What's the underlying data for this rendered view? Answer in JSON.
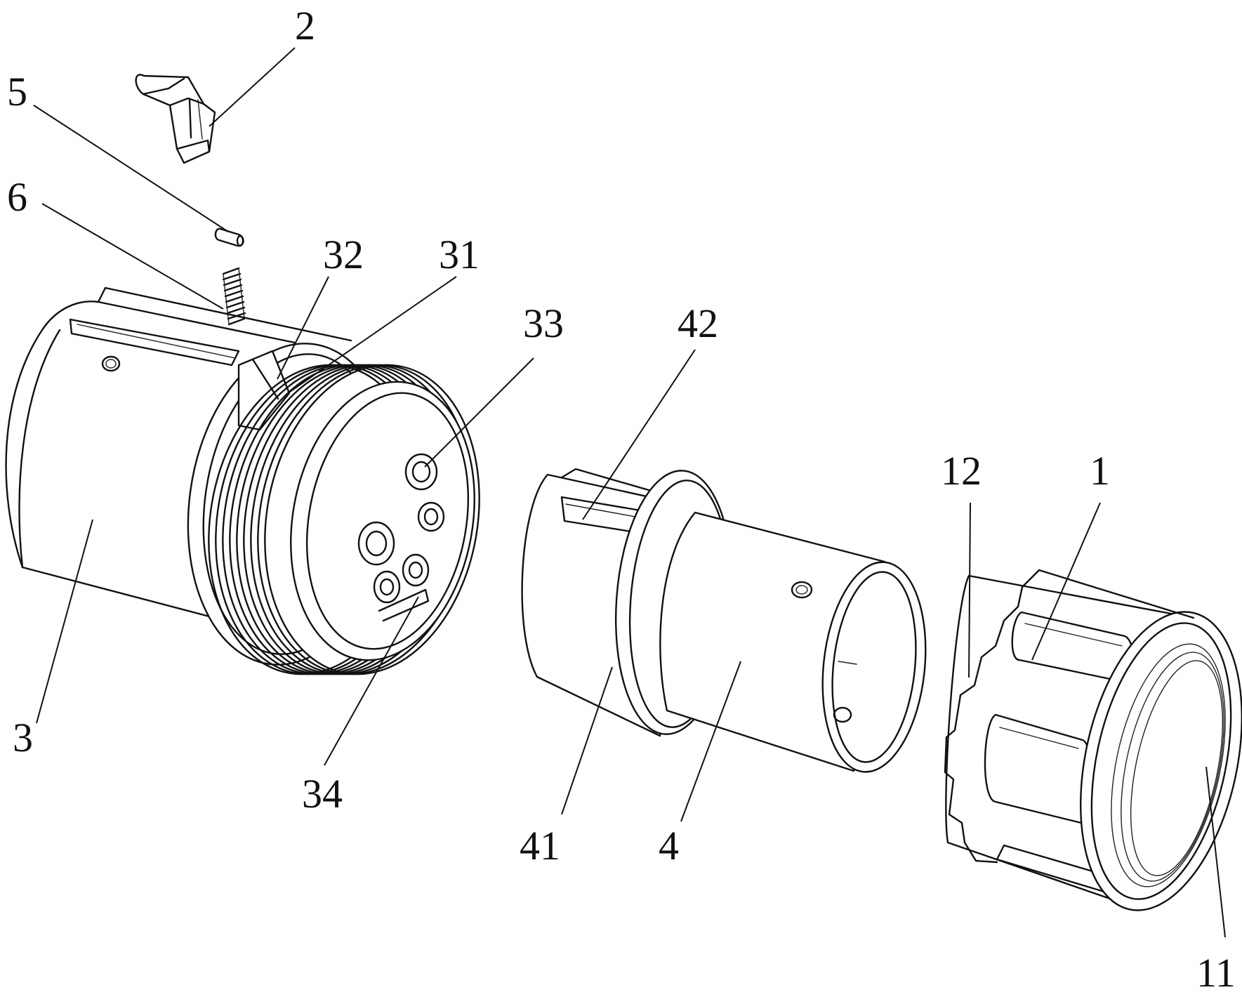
{
  "labels": {
    "l2": "2",
    "l5": "5",
    "l6": "6",
    "l32": "32",
    "l31": "31",
    "l33": "33",
    "l42": "42",
    "l12": "12",
    "l1": "1",
    "l3": "3",
    "l34": "34",
    "l41": "41",
    "l4": "4",
    "l11": "11"
  }
}
